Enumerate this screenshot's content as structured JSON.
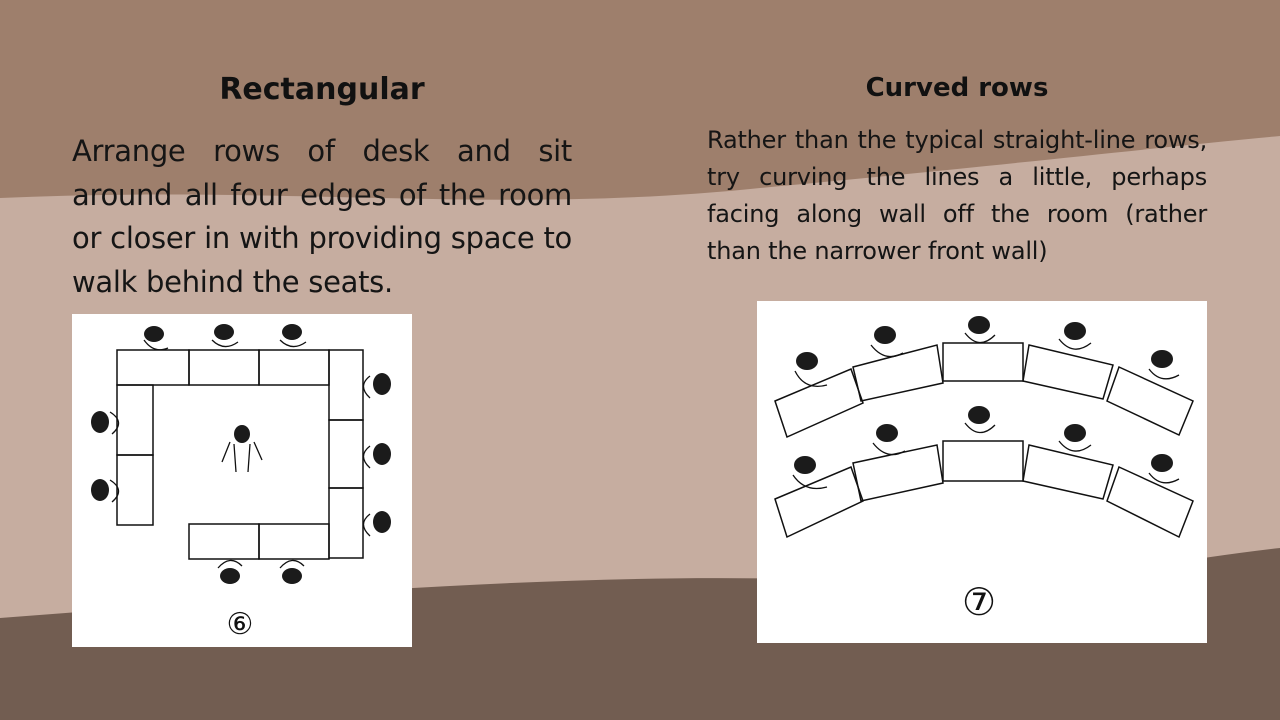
{
  "colors": {
    "top_band": "#9e7f6c",
    "middle_band": "#c6ada0",
    "bottom_band": "#725d51",
    "text": "#111111",
    "figure_background": "#ffffff"
  },
  "left": {
    "heading": "Rectangular",
    "paragraph": "Arrange rows of desk and sit around all four edges of the room or closer in with providing space to walk behind the seats.",
    "figure_number": "⑥"
  },
  "right": {
    "heading": "Curved rows",
    "paragraph": "Rather than the typical straight-line rows, try curving the lines a little, perhaps facing along wall off the room (rather than the narrower front wall)",
    "figure_number": "⑦"
  }
}
